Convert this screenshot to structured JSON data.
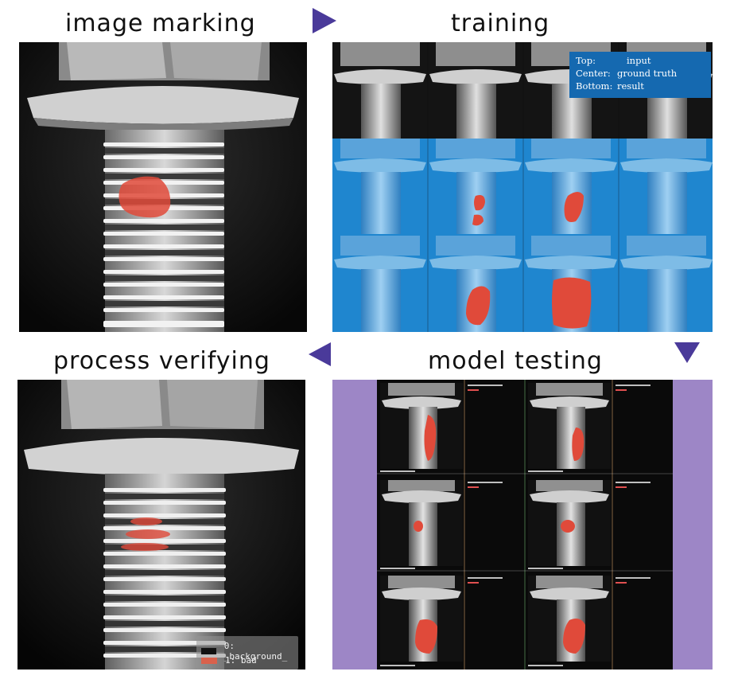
{
  "titles": {
    "image_marking": "image marking",
    "training": "training",
    "process_verifying": "process verifying",
    "model_testing": "model testing"
  },
  "training_overlay": {
    "rows": [
      {
        "key": "Top:",
        "value": "input"
      },
      {
        "key": "Center:",
        "value": "ground truth"
      },
      {
        "key": "Bottom:",
        "value": "result"
      }
    ]
  },
  "legend": {
    "items": [
      {
        "label": "0:  _background_",
        "color": "#111111"
      },
      {
        "label": "1:  bad",
        "color": "#d9614c"
      }
    ]
  },
  "colors": {
    "arrow": "#4a3a9a",
    "defect_red": "#e04a3a",
    "training_blue": "#1f86cf",
    "testing_frame": "#9d86c6",
    "overlay_box": "#1569b0"
  },
  "icons": {
    "arrow_right": "triangle-right-icon",
    "arrow_down": "triangle-down-icon",
    "arrow_left": "triangle-left-icon"
  }
}
